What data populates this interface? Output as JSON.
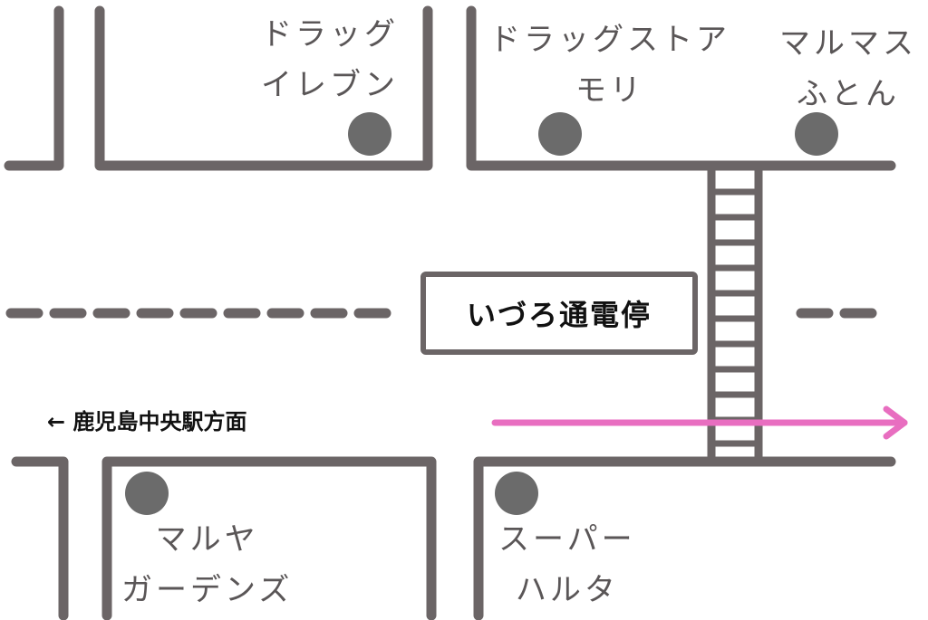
{
  "colors": {
    "road": "#6b6566",
    "store_dot": "#6b6b6b",
    "route_arrow": "#e86ec0",
    "text": "#5a5657"
  },
  "stop": {
    "name": "いづろ通電停"
  },
  "direction_label": "← 鹿児島中央駅方面",
  "stores": {
    "drug_eleven": {
      "line1": "ドラッグ",
      "line2": "イレブン"
    },
    "drugstore_mori": {
      "line1": "ドラッグストア",
      "line2": "モリ"
    },
    "marumasu_futon": {
      "line1": "マルマス",
      "line2": "ふとん"
    },
    "maruya_gardens": {
      "line1": "マルヤ",
      "line2": "ガーデンズ"
    },
    "super_haruta": {
      "line1": "スーパー",
      "line2": "ハルタ"
    }
  },
  "icons": {
    "store_marker": "circle-marker",
    "route": "arrow-right",
    "crosswalk": "ladder-crosswalk"
  }
}
